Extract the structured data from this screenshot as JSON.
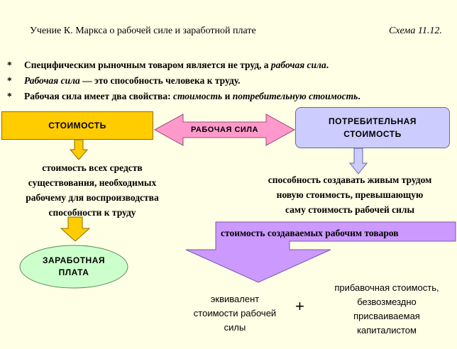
{
  "header": {
    "title": "Учение К. Маркса о рабочей силе и заработной плате",
    "scheme_label": "Схема 11.12."
  },
  "bullets": [
    {
      "mark": "*",
      "parts": [
        {
          "text": "Специфическим рыночным товаром является не труд, а ",
          "italic": false
        },
        {
          "text": "рабочая сила",
          "italic": true
        },
        {
          "text": ".",
          "italic": false
        }
      ]
    },
    {
      "mark": "*",
      "parts": [
        {
          "text": "Рабочая сила",
          "italic": true
        },
        {
          "text": " — это способность человека к труду.",
          "italic": false
        }
      ]
    },
    {
      "mark": "*",
      "parts": [
        {
          "text": "Рабочая сила имеет два свойства: ",
          "italic": false
        },
        {
          "text": "стоимость",
          "italic": true
        },
        {
          "text": " и ",
          "italic": false
        },
        {
          "text": "потребительную стоимость",
          "italic": true
        },
        {
          "text": ".",
          "italic": false
        }
      ]
    }
  ],
  "boxes": {
    "stoimost": "СТОИМОСТЬ",
    "rabochaya_sila": "РАБОЧАЯ СИЛА",
    "potreb_line1": "ПОТРЕБИТЕЛЬНАЯ",
    "potreb_line2": "СТОИМОСТЬ"
  },
  "left_text": [
    "стоимость всех средств",
    "существования, необходимых",
    "рабочему для воспроизводства",
    "способности к труду"
  ],
  "right_text": [
    "способность создавать живым трудом",
    "новую стоимость, превышающую",
    "саму стоимость рабочей силы"
  ],
  "goods_value_label": "стоимость создаваемых рабочим товаров",
  "wage": {
    "line1": "ЗАРАБОТНАЯ",
    "line2": "ПЛАТА"
  },
  "equivalent": [
    "эквивалент",
    "стоимости рабочей",
    "силы"
  ],
  "plus": "+",
  "surplus": [
    "прибавочная стоимость,",
    "безвозмездно",
    "присваиваемая",
    "капиталистом"
  ],
  "colors": {
    "yellow": "#ffcc00",
    "pink": "#ff99cc",
    "lavender": "#ccccff",
    "purple": "#cc99ff",
    "green": "#ccffcc",
    "background": "#ffffe6"
  }
}
